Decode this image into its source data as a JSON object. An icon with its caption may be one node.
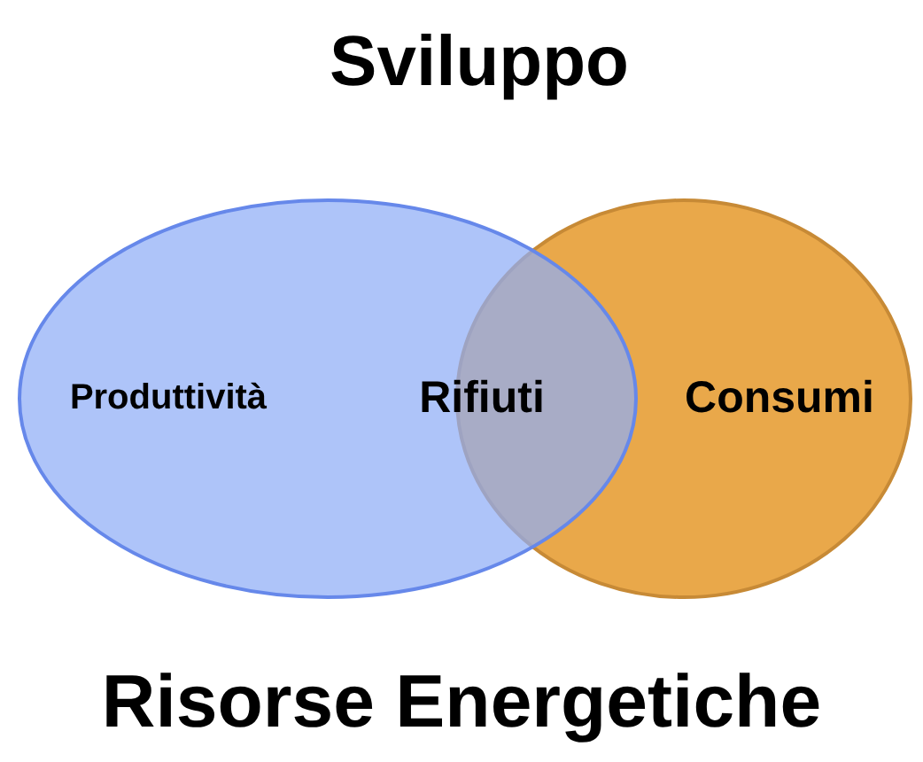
{
  "diagram": {
    "title": "Sviluppo",
    "caption": "Risorse Energetiche",
    "nodes": [
      {
        "text": [
          "Consumi"
        ]
      },
      {
        "text": [
          "Produttività"
        ]
      }
    ],
    "labels": [
      "Rifiuti"
    ]
  }
}
